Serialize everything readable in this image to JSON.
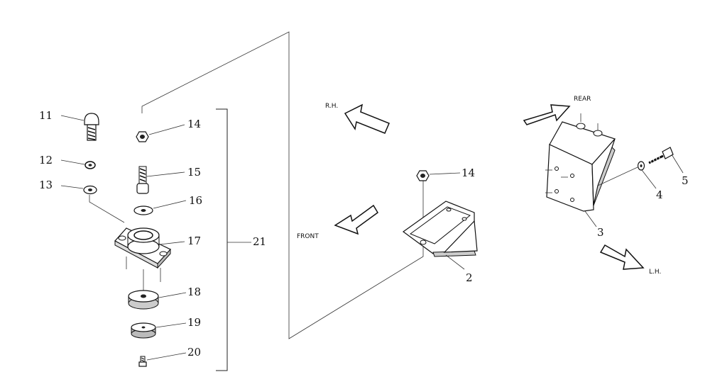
{
  "labels": {
    "p11": "11",
    "p12": "12",
    "p13": "13",
    "p14a": "14",
    "p15": "15",
    "p16": "16",
    "p17": "17",
    "p18": "18",
    "p19": "19",
    "p20": "20",
    "p21": "21",
    "p14b": "14",
    "p2": "2",
    "p3": "3",
    "p4": "4",
    "p5": "5"
  },
  "directions": {
    "rh": "R.H.",
    "front": "FRONT",
    "rear": "REAR",
    "lh": "L.H."
  }
}
